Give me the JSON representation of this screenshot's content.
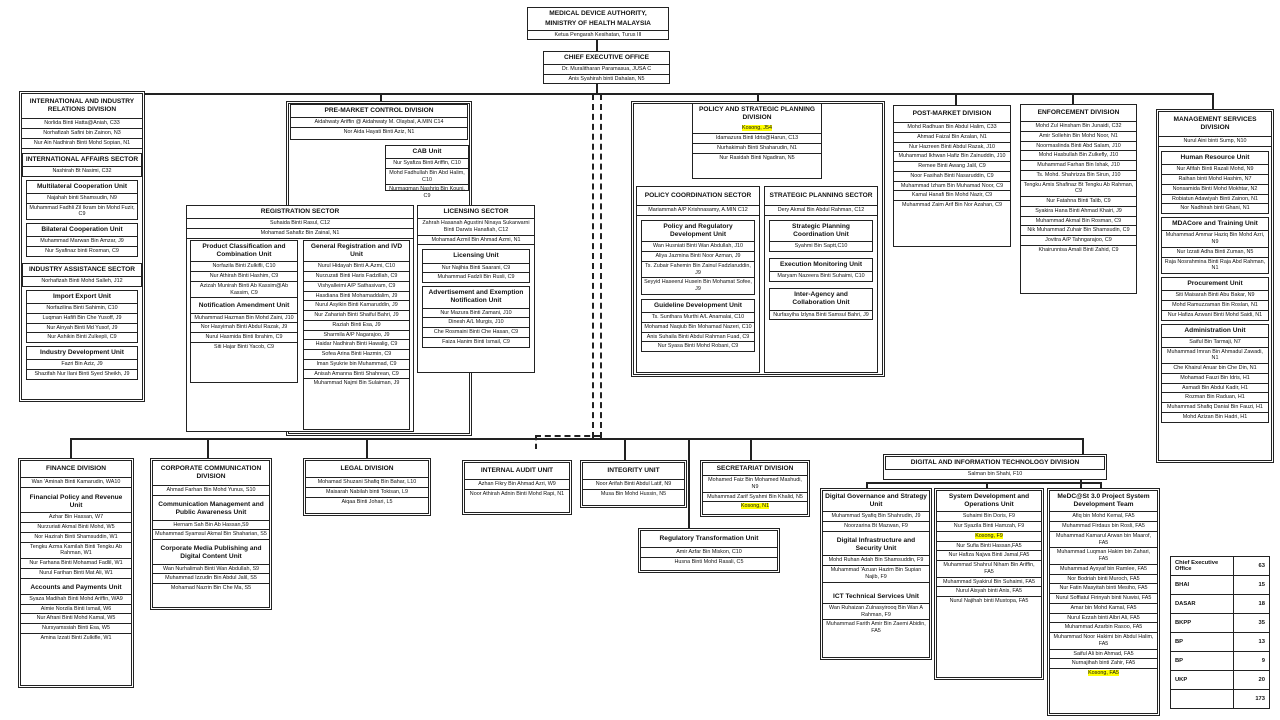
{
  "top": {
    "title1": "MEDICAL DEVICE AUTHORITY,",
    "title2": "MINISTRY OF HEALTH MALAYSIA",
    "sub": "Ketua Pengarah Kesihatan, Turus III"
  },
  "ceo": {
    "title": "CHIEF EXECUTIVE OFFICE",
    "p1": "Dr. Muralitharan Paramasua, JUSA C",
    "p2": "Anis Syahirah binti Dahalan, N5"
  },
  "intl": {
    "title": "INTERNATIONAL AND INDUSTRY RELATIONS DIVISION",
    "rows": [
      "Norlida Binti Hatta@Aniah, C33",
      "Norhafizah Safini bin Zainon, N3",
      "Nur Ain Nadhirah Binti Mohd Sopian, N1"
    ]
  },
  "iasec": {
    "title": "INTERNATIONAL AFFAIRS SECTOR",
    "rows": [
      "Nashirah Bt Nasimi, C32"
    ]
  },
  "multi": {
    "title": "Multilateral Cooperation Unit",
    "rows": [
      "Najahah binti Shamsudin, N9",
      "Muhammad Fadhli Zil Ikram bin Mohd Fuzir, C9"
    ]
  },
  "bilat": {
    "title": "Bilateral Cooperation Unit",
    "rows": [
      "Muhammad Marwan Bin Amzar, J9",
      "Nur Syafinaz binti Rosman, C9"
    ]
  },
  "iassist": {
    "title": "INDUSTRY ASSISTANCE SECTOR",
    "rows": [
      "Norhafizah Binti Mohd Salleh, J12"
    ]
  },
  "impexp": {
    "title": "Import Export Unit",
    "rows": [
      "Norfazilina Binti Sahimin, C10",
      "Luqman Hafifi Bin Che Yusoff, J9",
      "Nur Ainyah Binti Md Yusof, J9",
      "Nur Ashikin Binti Zulkepli, C9"
    ]
  },
  "inddev": {
    "title": "Industry Development Unit",
    "rows": [
      "Fazri Bin Aziz, J9",
      "Shazifah Nur Ilani Binti Syed Sheikh, J9"
    ]
  },
  "pmc": {
    "title": "PRE-MARKET CONTROL DIVISION",
    "rows": [
      "Aidahwaty Ariffin @ Aidahwaty M. Olaybal, A.MIN C14",
      "Nor Aida Hayati Binti Aziz, N1"
    ]
  },
  "cab": {
    "title": "CAB Unit",
    "rows": [
      "Nur Syafiza Binti Ariffin, C10",
      "Mohd Fadhullah Bin Abd Halim, C10",
      "Nurmaqman Nashriq Bin Kounj, C9"
    ]
  },
  "reg": {
    "title": "REGISTRATION SECTOR",
    "rows": [
      "Suhaida Binti Rasul, C12",
      "Mohamad Sahafiz Bin Zainal, N1"
    ]
  },
  "lic": {
    "title": "LICENSING SECTOR",
    "rows": [
      "Zahrah Hasanah Agustini Ninaya Sukarwarni Binti Darwis Hanafiah, C12",
      "Mohamad Azmil Bin Ahmad Azmi, N1"
    ]
  },
  "pcc": {
    "title": "Product Classification and Combination Unit",
    "rows": [
      "Norfazila Binti Zulkifli, C10",
      "Nur Athirah Binti Hashim, C9",
      "Azizah Munirah Binti Ab Kassim@Ab Kassim, C9"
    ]
  },
  "notif": {
    "title": "Notification Amendment Unit",
    "rows": [
      "Muhammad Hazman Bin Mohd Zaini, J10",
      "Nor Hasyimah Binti Abdul Razak, J9",
      "Nurul Hasmida Binti Ibrahim, C9",
      "Siti Hajar Binti Yacob, C9"
    ]
  },
  "greg": {
    "title": "General Registration and IVD Unit",
    "rows": [
      "Nurul Hidayah Binti A.Azmi, C10",
      "Nurzuzati Binti Haris Fadzillah, C9",
      "Vishyalleimi A/P Sathasivam, C9",
      "Hasdiana Binti Mohamaddalim, J9",
      "Nurul Asyikin Binti Kamaruddin, J9",
      "Nur Zahariah Binti Shaiful Bahri, J9",
      "Raziah Binti Esa, J9",
      "Sharmila A/P Nagarajoo, J9",
      "Haidar Nadhirah Binti Hawalig, C9",
      "Sofea Arina Binti Hazmin, C9",
      "Iman Syukrie bin Muhammad, C9",
      "Anisah Amanna Binti Shahrean, C9",
      "Muhammad Najmi Bin Sulaiman, J9"
    ]
  },
  "licu": {
    "title": "Licensing Unit",
    "rows": [
      "Nur Najihia Binti Saarani, C9",
      "Muhammad Fadzli Bin Rusli, C9"
    ]
  },
  "adv": {
    "title": "Advertisement and Exemption Notification Unit",
    "rows": [
      "Nur Mazura Binti Zamani, J10",
      "Dinesh A/L Murgis, J10",
      "Che Rosmaini Binti Che Hasan, C9",
      "Faiza Hanim Binti Ismail, C9"
    ]
  },
  "psp": {
    "title": "POLICY AND STRATEGIC PLANNING DIVISION",
    "kosong": "Kosong, J54",
    "rows": [
      "Idamazura Binti Idris@Harun, C13",
      "Nurhakimah Binti Shaharudin, N1",
      "Nur Rasidah Binti Ngadiran, N5"
    ]
  },
  "pcs": {
    "title": "POLICY COORDINATION SECTOR",
    "rows": [
      "Mariammah A/P Krishnasamy, A.MIN C12"
    ]
  },
  "prd": {
    "title": "Policy and Regulatory Development Unit",
    "rows": [
      "Wan Husniati Binti Wan Abdullah, J10",
      "Aliya Jazmina Binti Noor Azman, J9",
      "Ts. Zubair Fahemin Bin Zainul Fadzlaruddin, J9",
      "Seyyid Haseerul Husein Bin Mohamat Sofee, J9"
    ]
  },
  "gdu": {
    "title": "Guideline Development Unit",
    "rows": [
      "Ts. Sunthara Murthi A/L Anamalai, C10",
      "Mohamad Naqiub Bin Mohamad Nazeri, C10",
      "Anis Suhaila Binti Abdul Rahman Fuad, C9",
      "Nur Syasa Binti Mohd Robani, C9"
    ]
  },
  "sps": {
    "title": "STRATEGIC PLANNING SECTOR",
    "rows": [
      "Dery Akmal Bin Abdul Rahman, C12"
    ]
  },
  "spc": {
    "title": "Strategic Planning Coordination Unit",
    "rows": [
      "Syahmi Bin Saptt,C10"
    ]
  },
  "emu": {
    "title": "Execution Monitoring Unit",
    "rows": [
      "Maryam Nazeera Binti Suhaimi, C10"
    ]
  },
  "iac": {
    "title": "Inter-Agency and Collaboration Unit",
    "rows": [
      "Nurfasyiha Izlyna Binti Samsul Bahri, J9"
    ]
  },
  "post": {
    "title": "POST-MARKET DIVISION",
    "rows": [
      "Mohd Radhuan Bin Abdul Halim, C33",
      "Ahmad Faizal Bin Azalan, N1",
      "Nur Hazreen Binti Abdul Razak, J10",
      "Muhammad Ikhwan Hafiz Bin Zainuddin, J10",
      "Remee Binti Awang Jalil, C9",
      "Noor Fasihah Binti Nasaruddin, C9",
      "Muhammad Izham Bin Muhamad Noor, C9",
      "Kamal Hanafi Bin Mohd Nazir, C9",
      "Muhammad Zaim Arif Bin Nor Azahan, C9"
    ]
  },
  "enf": {
    "title": "ENFORCEMENT DIVISION",
    "rows": [
      "Mohd Zul Hinsham Bin Junaidi, C32",
      "Amir Sollehin Bin Mohd Noor, N1",
      "Noormaslinda Binti Abd Salam, J10",
      "Mohd Hasbullah Bin Zulkefly, J10",
      "Muhammad Farhan Bin Ishak, J10",
      "Ts. Mohd. Shahrizza Bin Sirun, J10",
      "Tengku Amis Shafinaz Bt Tengku Ab Rahman, C9",
      "Nur Fatahna Binti Talib, C9",
      "Syakira Hana Binti Ahmad Khairi, J9",
      "Muhammad Akmal Bin Rosman, C9",
      "Nik Muhammad Zuhair Bin Shamsudin, C9",
      "Jovitra A/P Tahngarajoo, C9",
      "Khairunnisa Amali Binti Zahid, C9"
    ]
  },
  "msd": {
    "title": "MANAGEMENT SERVICES DIVISION",
    "rows": [
      "Nurul Aini binti Sump, N10"
    ]
  },
  "hr": {
    "title": "Human Resource Unit",
    "rows": [
      "Nur Afifah Binti Razali Mohd, N9",
      "Raihan binti Mohd Hashim, N7",
      "Nonsamida Binti Mohd Mokhtar, N2",
      "Robiatun Adawiyah Binti Zainon, N1",
      "Nor Nadhirah binti Ghani, N1"
    ]
  },
  "mda": {
    "title": "MDACore and Training Unit",
    "rows": [
      "Muhammad Ammar Haziq Bin Mohd Azri, N9",
      "Nur Izzati Adha Binti Zuman, N5",
      "Raja Nosrahmina Binti Raja Abd Rahman, N1"
    ]
  },
  "proc": {
    "title": "Procurement Unit",
    "rows": [
      "Siti Maisarah Binti Abu Bakar, N9",
      "Mohd Ramuzzaman Bin Roslan, N1",
      "Nur Hafiza Azwani Binti Mohd Saidi, N1"
    ]
  },
  "admin": {
    "title": "Administration Unit",
    "rows": [
      "Saiful Bin Tarmaji, N7",
      "Muhammad Imran Bin Ahmadul Zawadi, N1",
      "Che Khairul Anuar bin Che Din, N1",
      "Mohamad Fauzi Bin Idris, H1",
      "Asmadi Bin Abdul Kadir, H1",
      "Rozman Bin Raduan, H1",
      "Muhammad Shafiq Danial Bin Fauzi, H1",
      "Mohd Azizan Bin Hadri, H1"
    ]
  },
  "fin": {
    "title": "FINANCE DIVISION",
    "rows": [
      "Wan 'Aminah Binti Kamarudin, WA10"
    ]
  },
  "fpr": {
    "title": "Financial Policy and Revenue Unit",
    "rows": [
      "Azhar Bin Hassan, W7",
      "Nurzuriati Akmal Binti Mohd, W5",
      "Nor Hazirah Binti Shamsuddin, W1",
      "Tengku Azma Kamilah Binti Tengku Ab Rahman, W1",
      "Nur Farhana Binti Mohamad Fadlil, W1",
      "Nurul Farihan Binti Mat Ali, W1"
    ]
  },
  "acc": {
    "title": "Accounts and Payments Unit",
    "rows": [
      "Syaza Madihah Binti Mohd Ariffin, WA9",
      "Aimie Norzila Binti Ismail, W6",
      "Nur Afrani Binti Mohd Kamal, W5",
      "Nursyamssiah Binti Esa, W5",
      "Amina Izzati Binti Zulkifle, W1"
    ]
  },
  "corp": {
    "title": "CORPORATE COMMUNICATION DIVISION",
    "rows": [
      "Ahmad Farhan Bin Mohd Yunus, S10"
    ]
  },
  "cm": {
    "title": "Communication Management and Public Awareness Unit",
    "rows": [
      "Hernam Sah Bin Ab Hassan,S9",
      "Muhammad Syamsul Akmal Bin Shaharian, S5"
    ]
  },
  "cmp": {
    "title": "Corporate Media Publishing and Digital Content Unit",
    "rows": [
      "Wan Nurhalimah Binti Wan Abdullah, S9",
      "Muhammad Izzudin Bin Abdul Jalil, S5",
      "Mohamad Nazrin Bin Che Ma, S5"
    ]
  },
  "legal": {
    "title": "LEGAL DIVISION",
    "rows": [
      "Mohamad Shuzani Shafiq Bin Bahar, L10",
      "Maisarah Nabilah binti Tokisan, L9",
      "Aiqaa Binti Johari, L5"
    ]
  },
  "audit": {
    "title": "INTERNAL AUDIT UNIT",
    "rows": [
      "Azhan Fikry Bin Ahmad Azri, W9",
      "Noor Athirah Adnin Binti Mohd Rapi, N1"
    ]
  },
  "integ": {
    "title": "INTEGRITY UNIT",
    "rows": [
      "Noor Arifah Binti Abdul Latif, N9",
      "Musa Bin Mohd Hussin, N5"
    ]
  },
  "sec": {
    "title": "SECRETARIAT DIVISION",
    "rows": [
      "Mohamed Faiz Bin Mohamed Mashudi, N9",
      "Muhammad Zarif Syahmi Bin Khalid, N5"
    ],
    "kosong": "Kosong, N1"
  },
  "rtu": {
    "title": "Regulatory Transformation Unit",
    "rows": [
      "Amir Azfar Bin Miskon, C10",
      "Husna Binti Mohd Rasali, C5"
    ]
  },
  "dit": {
    "title": "DIGITAL AND INFORMATION TECHNOLOGY DIVISION",
    "rows": [
      "Salman bin Shahi, F10"
    ]
  },
  "dgs": {
    "title": "Digital Governance and Strategy Unit",
    "rows": [
      "Muhammad Syafiq Bin Shahrudin, J9",
      "Noorzarina Bt Mazwan, F9"
    ]
  },
  "dis": {
    "title": "Digital Infrastructure and Security Unit",
    "rows": [
      "Mohd Ruhan Adah Bin Shamsuddin, F9",
      "Muhammad 'Azuan Hazim Bin Supian Najib, F9"
    ]
  },
  "ict": {
    "title": "ICT Technical Services Unit",
    "rows": [
      "Wan Ruhaizan Zulnasyirooq Bin Wan A Rahman, F9",
      "Muhammad Farith Amir Bin Zaemi Abidin, FA5"
    ]
  },
  "sdo": {
    "title": "System Development and Operations Unit",
    "rows": [
      "Suhaimi Bin Doris, F9",
      "Nur Syazila Binti Hamzah, F9"
    ],
    "kosong": "Kosong, F9",
    "rows2": [
      "Nur Sufia Binti Hassan,FA5",
      "Nur Hafiza Najwa Binti Jamal,FA5",
      "Muhammad Shahrul Niham Bin Ariffin, FA5",
      "Muhammad Syakirul Bin Suhaimi, FA5",
      "Nurul Aisyah binti Anis, FA5",
      "Nurul Najihah binti Mustopa, FA5"
    ]
  },
  "medc": {
    "title": "MeDC@St 3.0 Project System Development Team",
    "rows": [
      "Afiq bin Mohd Kemal, FA5",
      "Muhammad Firdaus bin Rosli, FA5",
      "Muhammad Kamarul Arwan bin Maarof, FA5",
      "Muhammad Luqman Hakim bin Zahari, FA5",
      "Muhammad Aysyaf bin Ramlee, FA5",
      "Nor Bodriah binti Muroch, FA5",
      "Nur Fatin Masyitah binti Mesiho, FA5",
      "Nurul Soffiatul Firinyah binti Nuwisi, FA5",
      "Amar bin Mohd Kamal, FA5",
      "Nurul Ezzah binti Albri Ali, FA5",
      "Muhammad Azarbin Rasoo, FA5",
      "Muhammad Noor Hakimi bin Abdul Halim, FA5",
      "Saiful Ali bin Ahmad, FA5",
      "Nurnajihah binti Zahir, FA5"
    ],
    "kosong": "Kosong, FA5"
  },
  "summary": [
    [
      "Chief Executive Office",
      "63"
    ],
    [
      "BHAI",
      "15"
    ],
    [
      "DASAR",
      "18"
    ],
    [
      "BKPP",
      "35"
    ],
    [
      "BP",
      "13"
    ],
    [
      "BP",
      "9"
    ],
    [
      "UKP",
      "20"
    ],
    [
      "",
      "173"
    ]
  ]
}
